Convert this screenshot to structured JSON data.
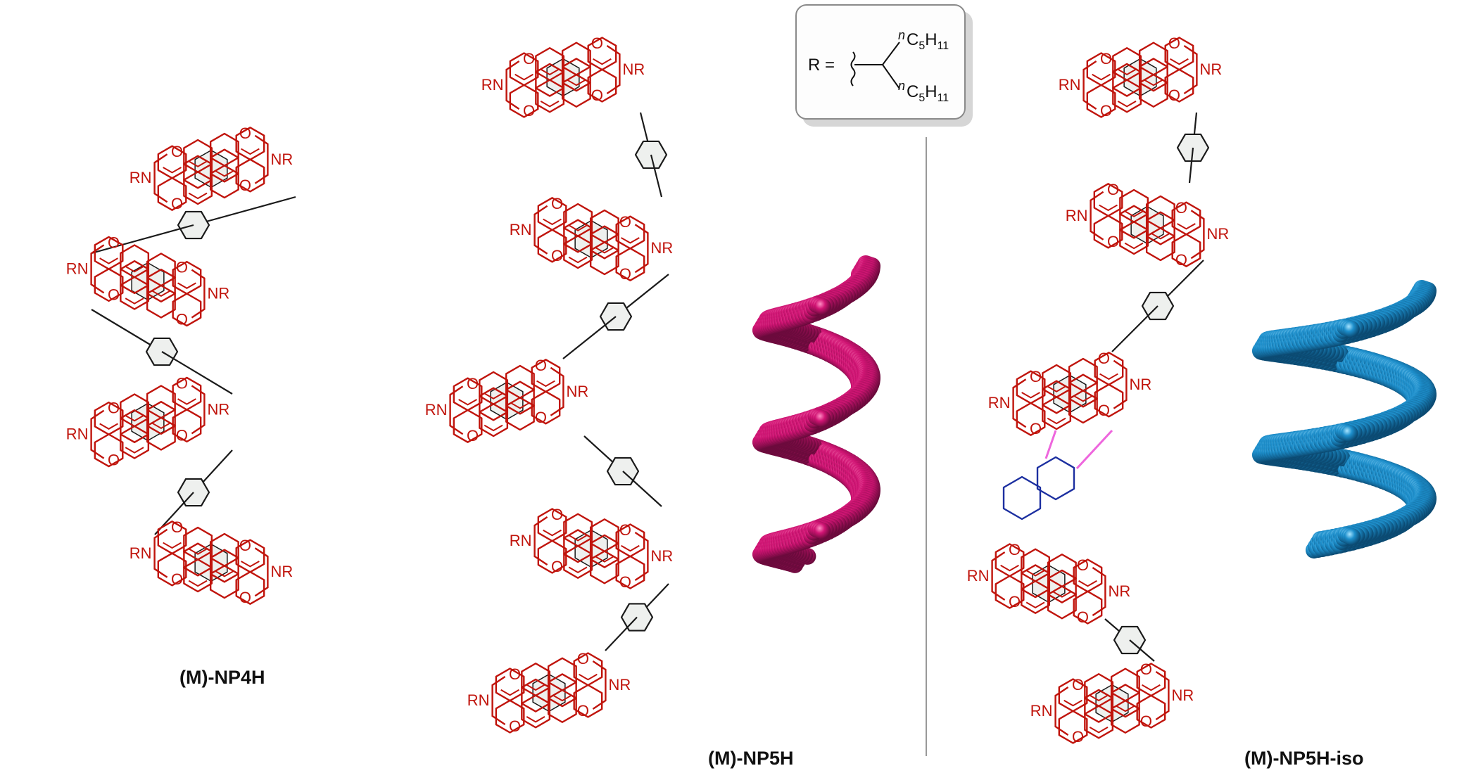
{
  "legend": {
    "r_label": "R =",
    "substituent_top": "C5H11",
    "substituent_bottom": "C5H11",
    "n_prefix": "n"
  },
  "molecules": [
    {
      "id": "np4h",
      "name": "(M)-NP4H"
    },
    {
      "id": "np5h",
      "name": "(M)-NP5H"
    },
    {
      "id": "np5h_iso",
      "name": "(M)-NP5H-iso"
    }
  ],
  "atom_labels": {
    "oxygen": "O",
    "imide_left": "RN",
    "imide_right": "NR",
    "n": "N",
    "r": "R"
  },
  "colors": {
    "pdi_red": "#c0140c",
    "linker_black": "#1a1a1a",
    "fill_gray": "#eef0ee",
    "helix_magenta": "#d11474",
    "helix_blue": "#1d8fcc",
    "link_pink": "#ee66dd",
    "naphth_blue": "#1c2fa0",
    "divider": "#999999"
  },
  "icons": {
    "helix_np5h": "spacefill-helix-magenta",
    "helix_np5h_iso": "spacefill-helix-blue"
  }
}
